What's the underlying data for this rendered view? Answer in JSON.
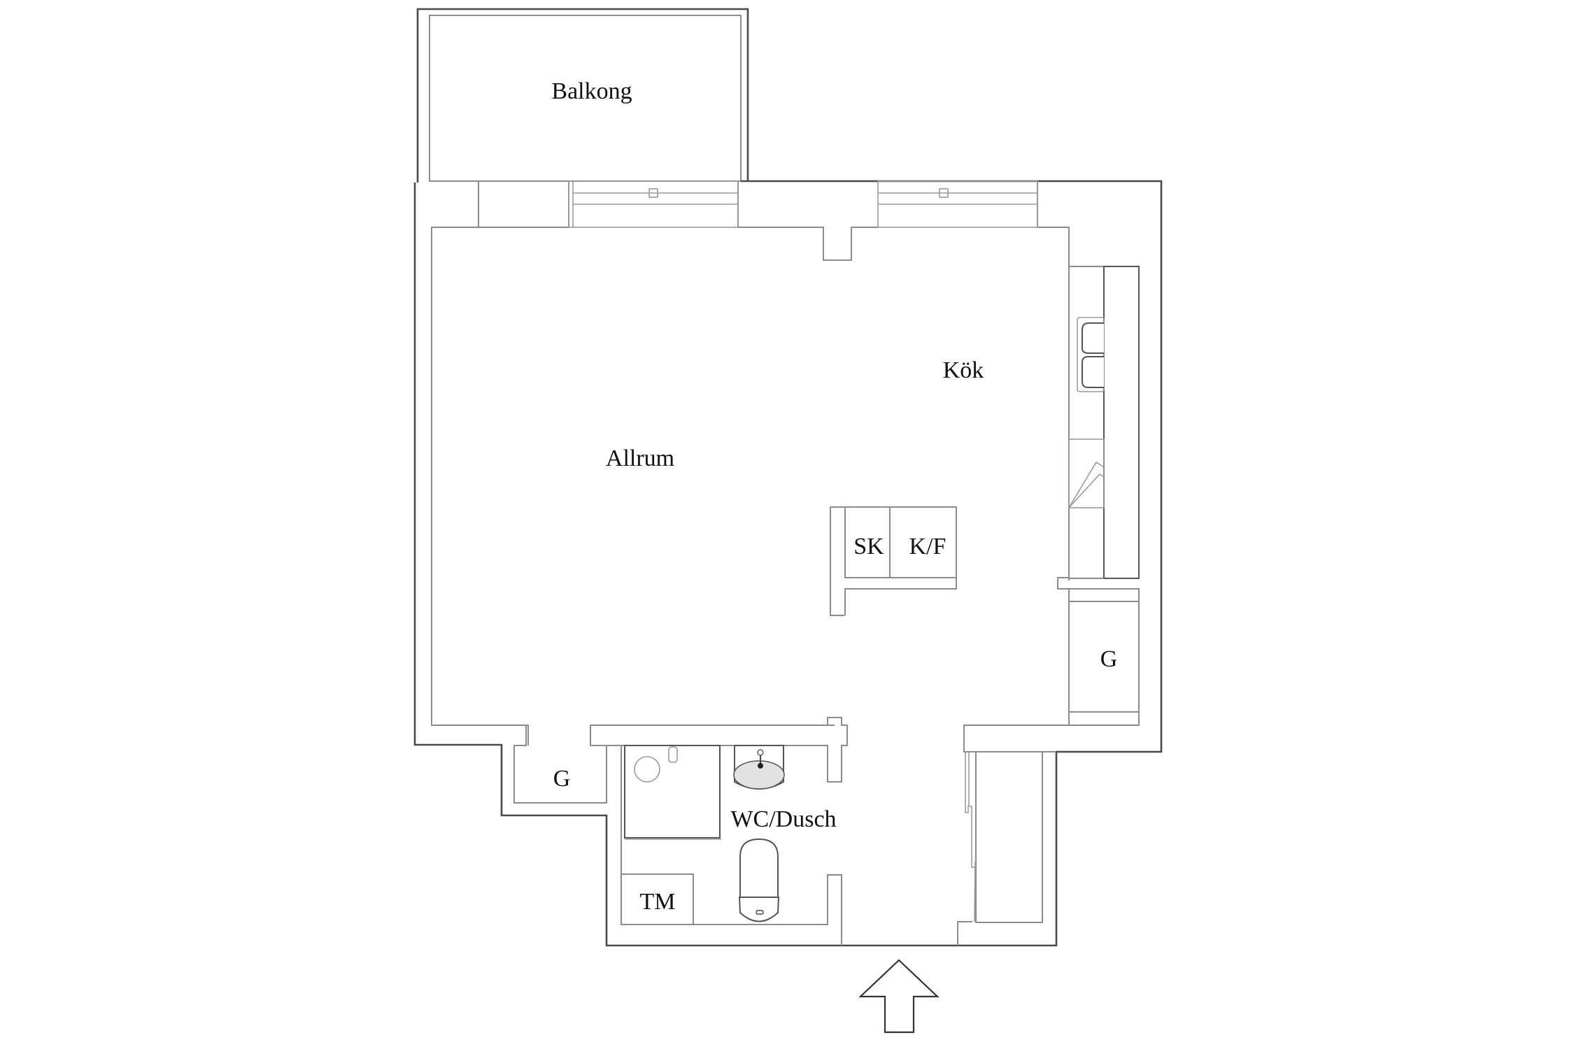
{
  "floorplan": {
    "rooms": [
      {
        "id": "balkong",
        "label": "Balkong"
      },
      {
        "id": "allrum",
        "label": "Allrum"
      },
      {
        "id": "kok",
        "label": "Kök"
      },
      {
        "id": "sk",
        "label": "SK"
      },
      {
        "id": "kf",
        "label": "K/F"
      },
      {
        "id": "g-right",
        "label": "G"
      },
      {
        "id": "g-left",
        "label": "G"
      },
      {
        "id": "wc",
        "label": "WC/Dusch"
      },
      {
        "id": "tm",
        "label": "TM"
      }
    ],
    "symbols": [
      "entrance-arrow",
      "double-sink",
      "stove",
      "shower",
      "washbasin",
      "toilet",
      "windows",
      "sliding-wardrobe-doors"
    ],
    "colors": {
      "wall": "#4a4a4a",
      "inner_line": "#8c8c8c",
      "text": "#111111",
      "background": "#ffffff"
    }
  }
}
